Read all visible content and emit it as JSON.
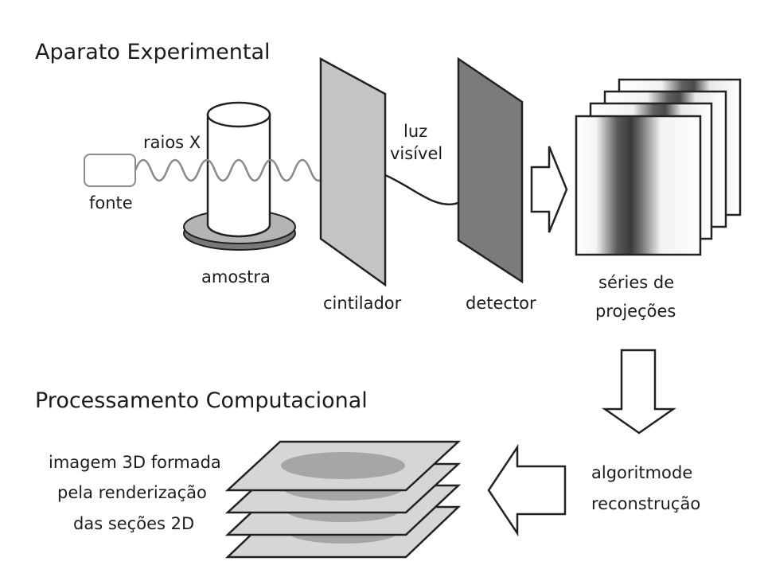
{
  "sections": {
    "top_title": "Aparato Experimental",
    "bottom_title": "Processamento Computacional"
  },
  "labels": {
    "source": "fonte",
    "xrays": "raios X",
    "sample": "amostra",
    "scintillator": "cintilador",
    "visible_light_1": "luz",
    "visible_light_2": "visível",
    "detector": "detector",
    "projections_1": "séries de",
    "projections_2": "projeções",
    "algorithm_1": "algoritmo",
    "algorithm_de": "de",
    "algorithm_2": "reconstrução",
    "image3d_1": "imagem 3D formada",
    "image3d_2": "pela renderização",
    "image3d_3": "das seções 2D"
  },
  "colors": {
    "stroke": "#222222",
    "scintillator_fill": "#c4c4c4",
    "detector_fill": "#7b7b7b",
    "platform_fill": "#9a9a9a",
    "slice_fill": "#d6d6d6",
    "ellipse_fill": "#a6a6a6",
    "wave": "#8a8a8a"
  }
}
